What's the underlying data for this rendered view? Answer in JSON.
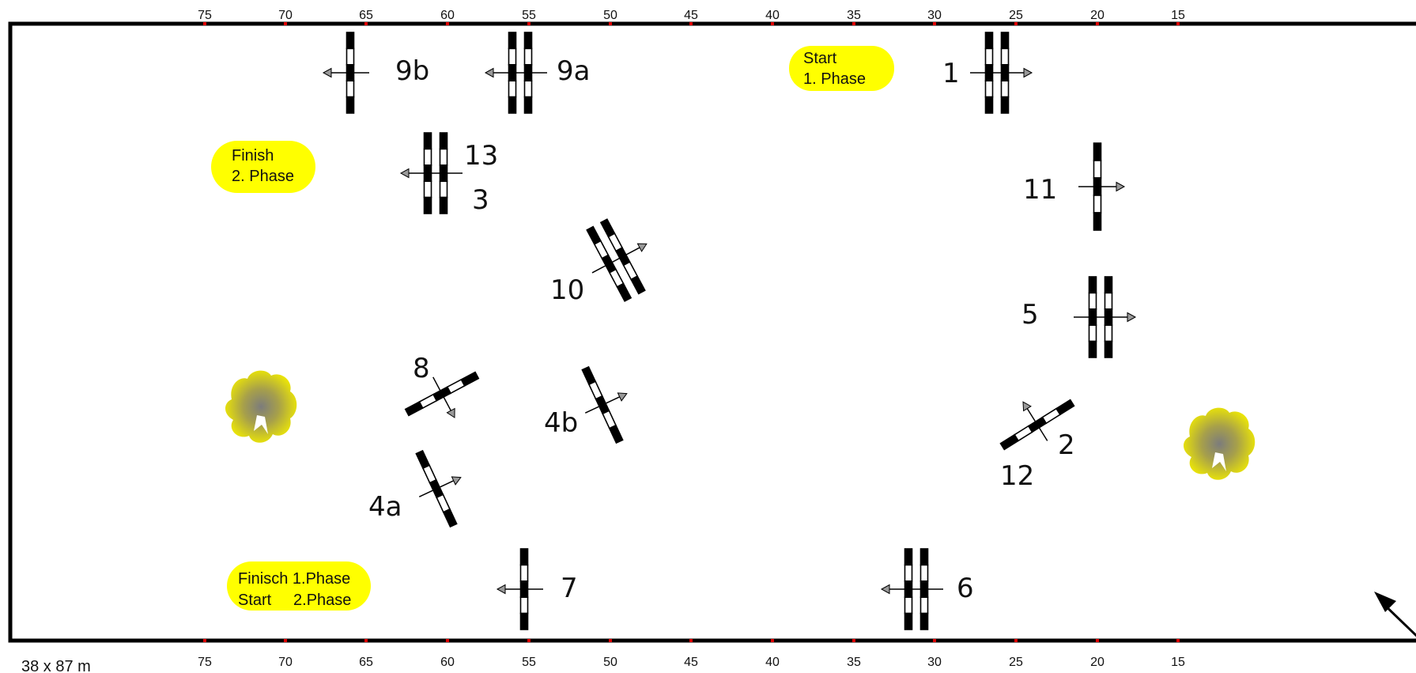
{
  "arena": {
    "dimensions": "38 x 87 m",
    "ruler_ticks": [
      "75",
      "70",
      "65",
      "60",
      "55",
      "50",
      "45",
      "40",
      "35",
      "30",
      "25",
      "20",
      "15"
    ]
  },
  "labels": {
    "fence_1": "1",
    "fence_2": "2",
    "fence_3": "3",
    "fence_4a": "4a",
    "fence_4b": "4b",
    "fence_5": "5",
    "fence_6": "6",
    "fence_7": "7",
    "fence_8": "8",
    "fence_9a": "9a",
    "fence_9b": "9b",
    "fence_10": "10",
    "fence_11": "11",
    "fence_12": "12",
    "fence_13": "13"
  },
  "markers": {
    "start_phase1": [
      "Start",
      "1. Phase"
    ],
    "finish_phase2": [
      "Finish",
      "2. Phase"
    ],
    "finish1_start2": [
      "Finisch 1.Phase",
      "Start     2.Phase"
    ]
  },
  "colors": {
    "marker_fill": "#ffff00",
    "tick_marker": "#dd0000",
    "tree_outer": "#e6e000",
    "tree_inner": "#8a8a8a"
  }
}
